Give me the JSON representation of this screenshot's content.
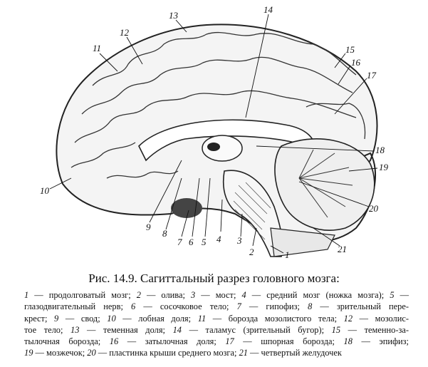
{
  "figure": {
    "numbers": [
      "1",
      "2",
      "3",
      "4",
      "5",
      "6",
      "7",
      "8",
      "9",
      "10",
      "11",
      "12",
      "13",
      "14",
      "15",
      "16",
      "17",
      "18",
      "19",
      "20",
      "21"
    ]
  },
  "caption": "Рис. 14.9. Сагиттальный разрез головного мозга:",
  "legend": {
    "lines": [
      [
        {
          "n": "1",
          "t": " — продолговатый мозг; "
        },
        {
          "n": "2",
          "t": " — олива; "
        },
        {
          "n": "3",
          "t": " — мост; "
        },
        {
          "n": "4",
          "t": " — средний мозг (ножка мозга); "
        },
        {
          "n": "5",
          "t": " —"
        }
      ],
      [
        {
          "n": "",
          "t": "глазодвигательный нерв; "
        },
        {
          "n": "6",
          "t": " — сосочковое тело; "
        },
        {
          "n": "7",
          "t": " — гипофиз; "
        },
        {
          "n": "8",
          "t": " — зрительный пере-"
        }
      ],
      [
        {
          "n": "",
          "t": "крест; "
        },
        {
          "n": "9",
          "t": " — свод; "
        },
        {
          "n": "10",
          "t": " — лобная доля; "
        },
        {
          "n": "11",
          "t": " — борозда мозолистого тела; "
        },
        {
          "n": "12",
          "t": " — мозолис-"
        }
      ],
      [
        {
          "n": "",
          "t": "тое тело; "
        },
        {
          "n": "13",
          "t": " — теменная доля; "
        },
        {
          "n": "14",
          "t": " — таламус (зрительный бугор); "
        },
        {
          "n": "15",
          "t": " — теменно-за-"
        }
      ],
      [
        {
          "n": "",
          "t": "тылочная борозда; "
        },
        {
          "n": "16",
          "t": " — затылочная доля; "
        },
        {
          "n": "17",
          "t": " — шпорная борозда; "
        },
        {
          "n": "18",
          "t": " — эпифиз;"
        }
      ],
      [
        {
          "n": "19",
          "t": " — мозжечок; "
        },
        {
          "n": "20",
          "t": " — пластинка крыши среднего мозга; "
        },
        {
          "n": "21",
          "t": " — четвертый желудочек"
        }
      ]
    ]
  }
}
